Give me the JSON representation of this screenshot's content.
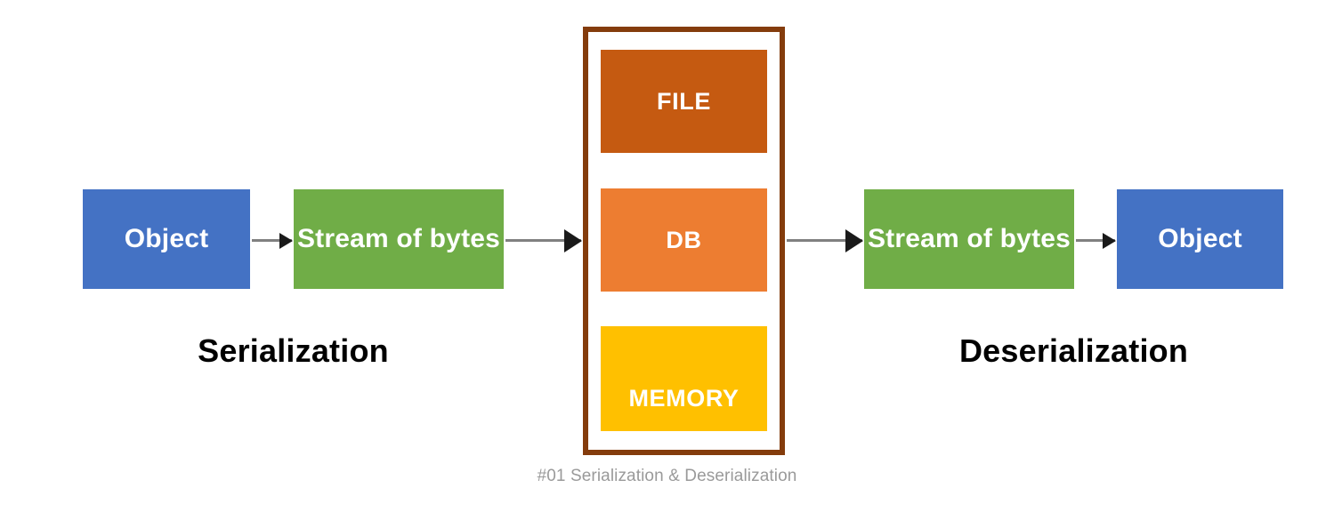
{
  "diagram": {
    "caption": "#01 Serialization & Deserialization",
    "sections": {
      "serialization_label": "Serialization",
      "deserialization_label": "Deserialization"
    },
    "nodes": {
      "object_left": {
        "label": "Object",
        "color": "#4472C4"
      },
      "stream_left": {
        "label": "Stream of bytes",
        "color": "#70AD47"
      },
      "stream_right": {
        "label": "Stream of bytes",
        "color": "#70AD47"
      },
      "object_right": {
        "label": "Object",
        "color": "#4472C4"
      }
    },
    "storage": {
      "frame_color": "#843C0C",
      "targets": [
        {
          "label": "FILE",
          "color": "#C55A11"
        },
        {
          "label": "DB",
          "color": "#ED7D31"
        },
        {
          "label": "MEMORY",
          "color": "#FFC000"
        }
      ]
    },
    "arrows": {
      "line_color": "#808080",
      "head_color": "#1a1a1a",
      "count": 4
    }
  }
}
